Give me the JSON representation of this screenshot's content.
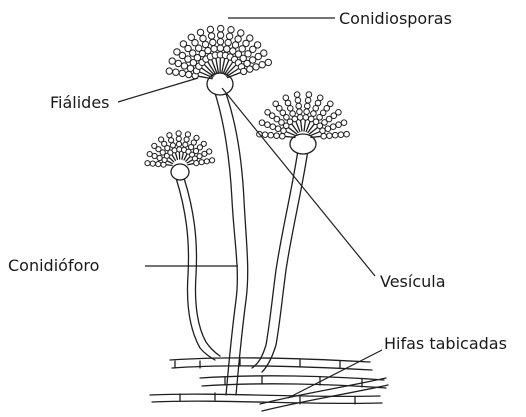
{
  "labels": {
    "conidiosporas": "Conidiosporas",
    "fialides": "Fiálides",
    "vesicula": "Vesícula",
    "conidioforo": "Conidióforo",
    "hifas": "Hifas tabicadas"
  }
}
